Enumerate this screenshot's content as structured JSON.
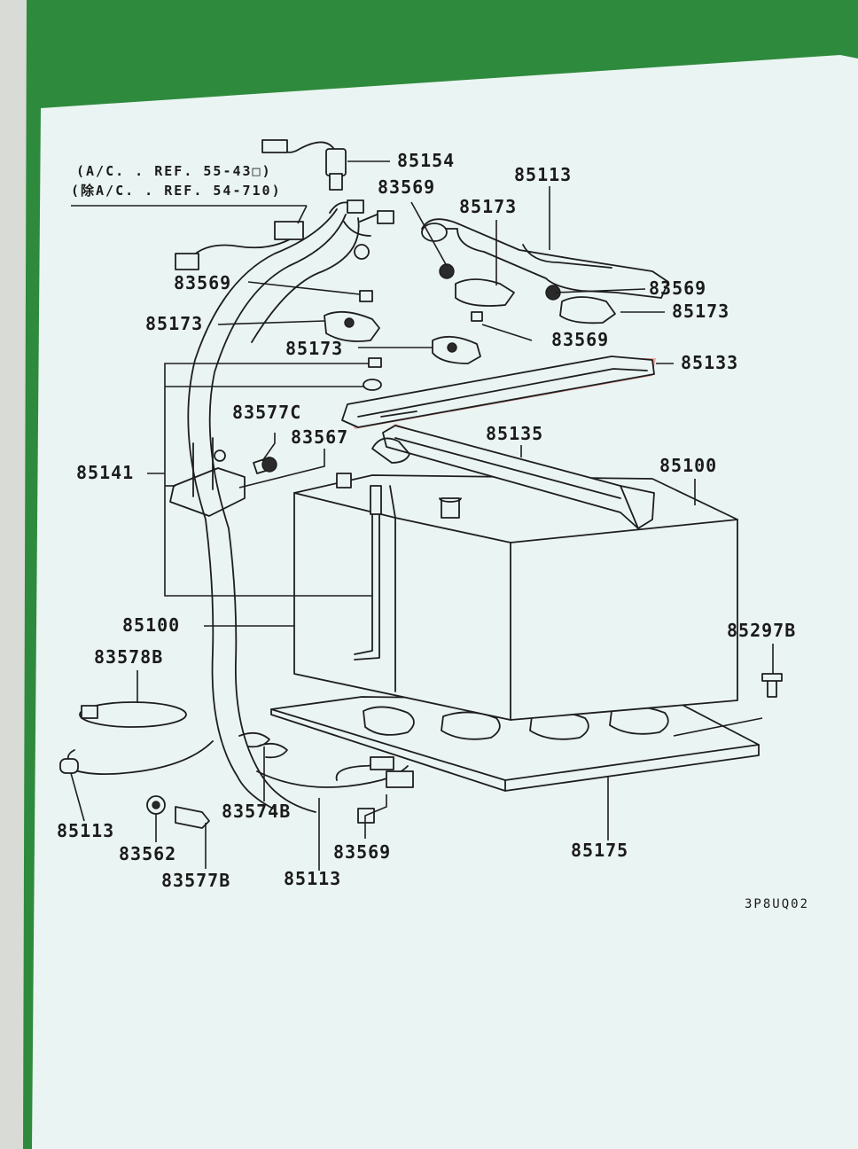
{
  "sheet": {
    "note_line_1": "(A/C. . REF. 55-43□)",
    "note_line_2": "(除A/C. . REF. 54-710)",
    "figure_code": "3P8UQ02"
  },
  "callouts": {
    "c85154": "85154",
    "c83569_top": "83569",
    "c85113_top": "85113",
    "c85173_top": "85173",
    "c83569_left": "83569",
    "c83569_right": "83569",
    "c85173_right": "85173",
    "c85173_left": "85173",
    "c85173_mid": "85173",
    "c83569_mid": "83569",
    "c85133": "85133",
    "c83577c": "83577C",
    "c83567": "83567",
    "c85135": "85135",
    "c85141": "85141",
    "c85100_right": "85100",
    "c85100_left": "85100",
    "c85297b": "85297B",
    "c83578b": "83578B",
    "c85113_left": "85113",
    "c83574b": "83574B",
    "c83562": "83562",
    "c83577b": "83577B",
    "c85113_bottom": "85113",
    "c83569_bottom": "83569",
    "c85175": "85175"
  },
  "colors": {
    "background_green": "#2e8a3c",
    "paper": "#eaf4f2",
    "line_ink": "#1e1e1e",
    "highlight_red": "#e88a86"
  }
}
